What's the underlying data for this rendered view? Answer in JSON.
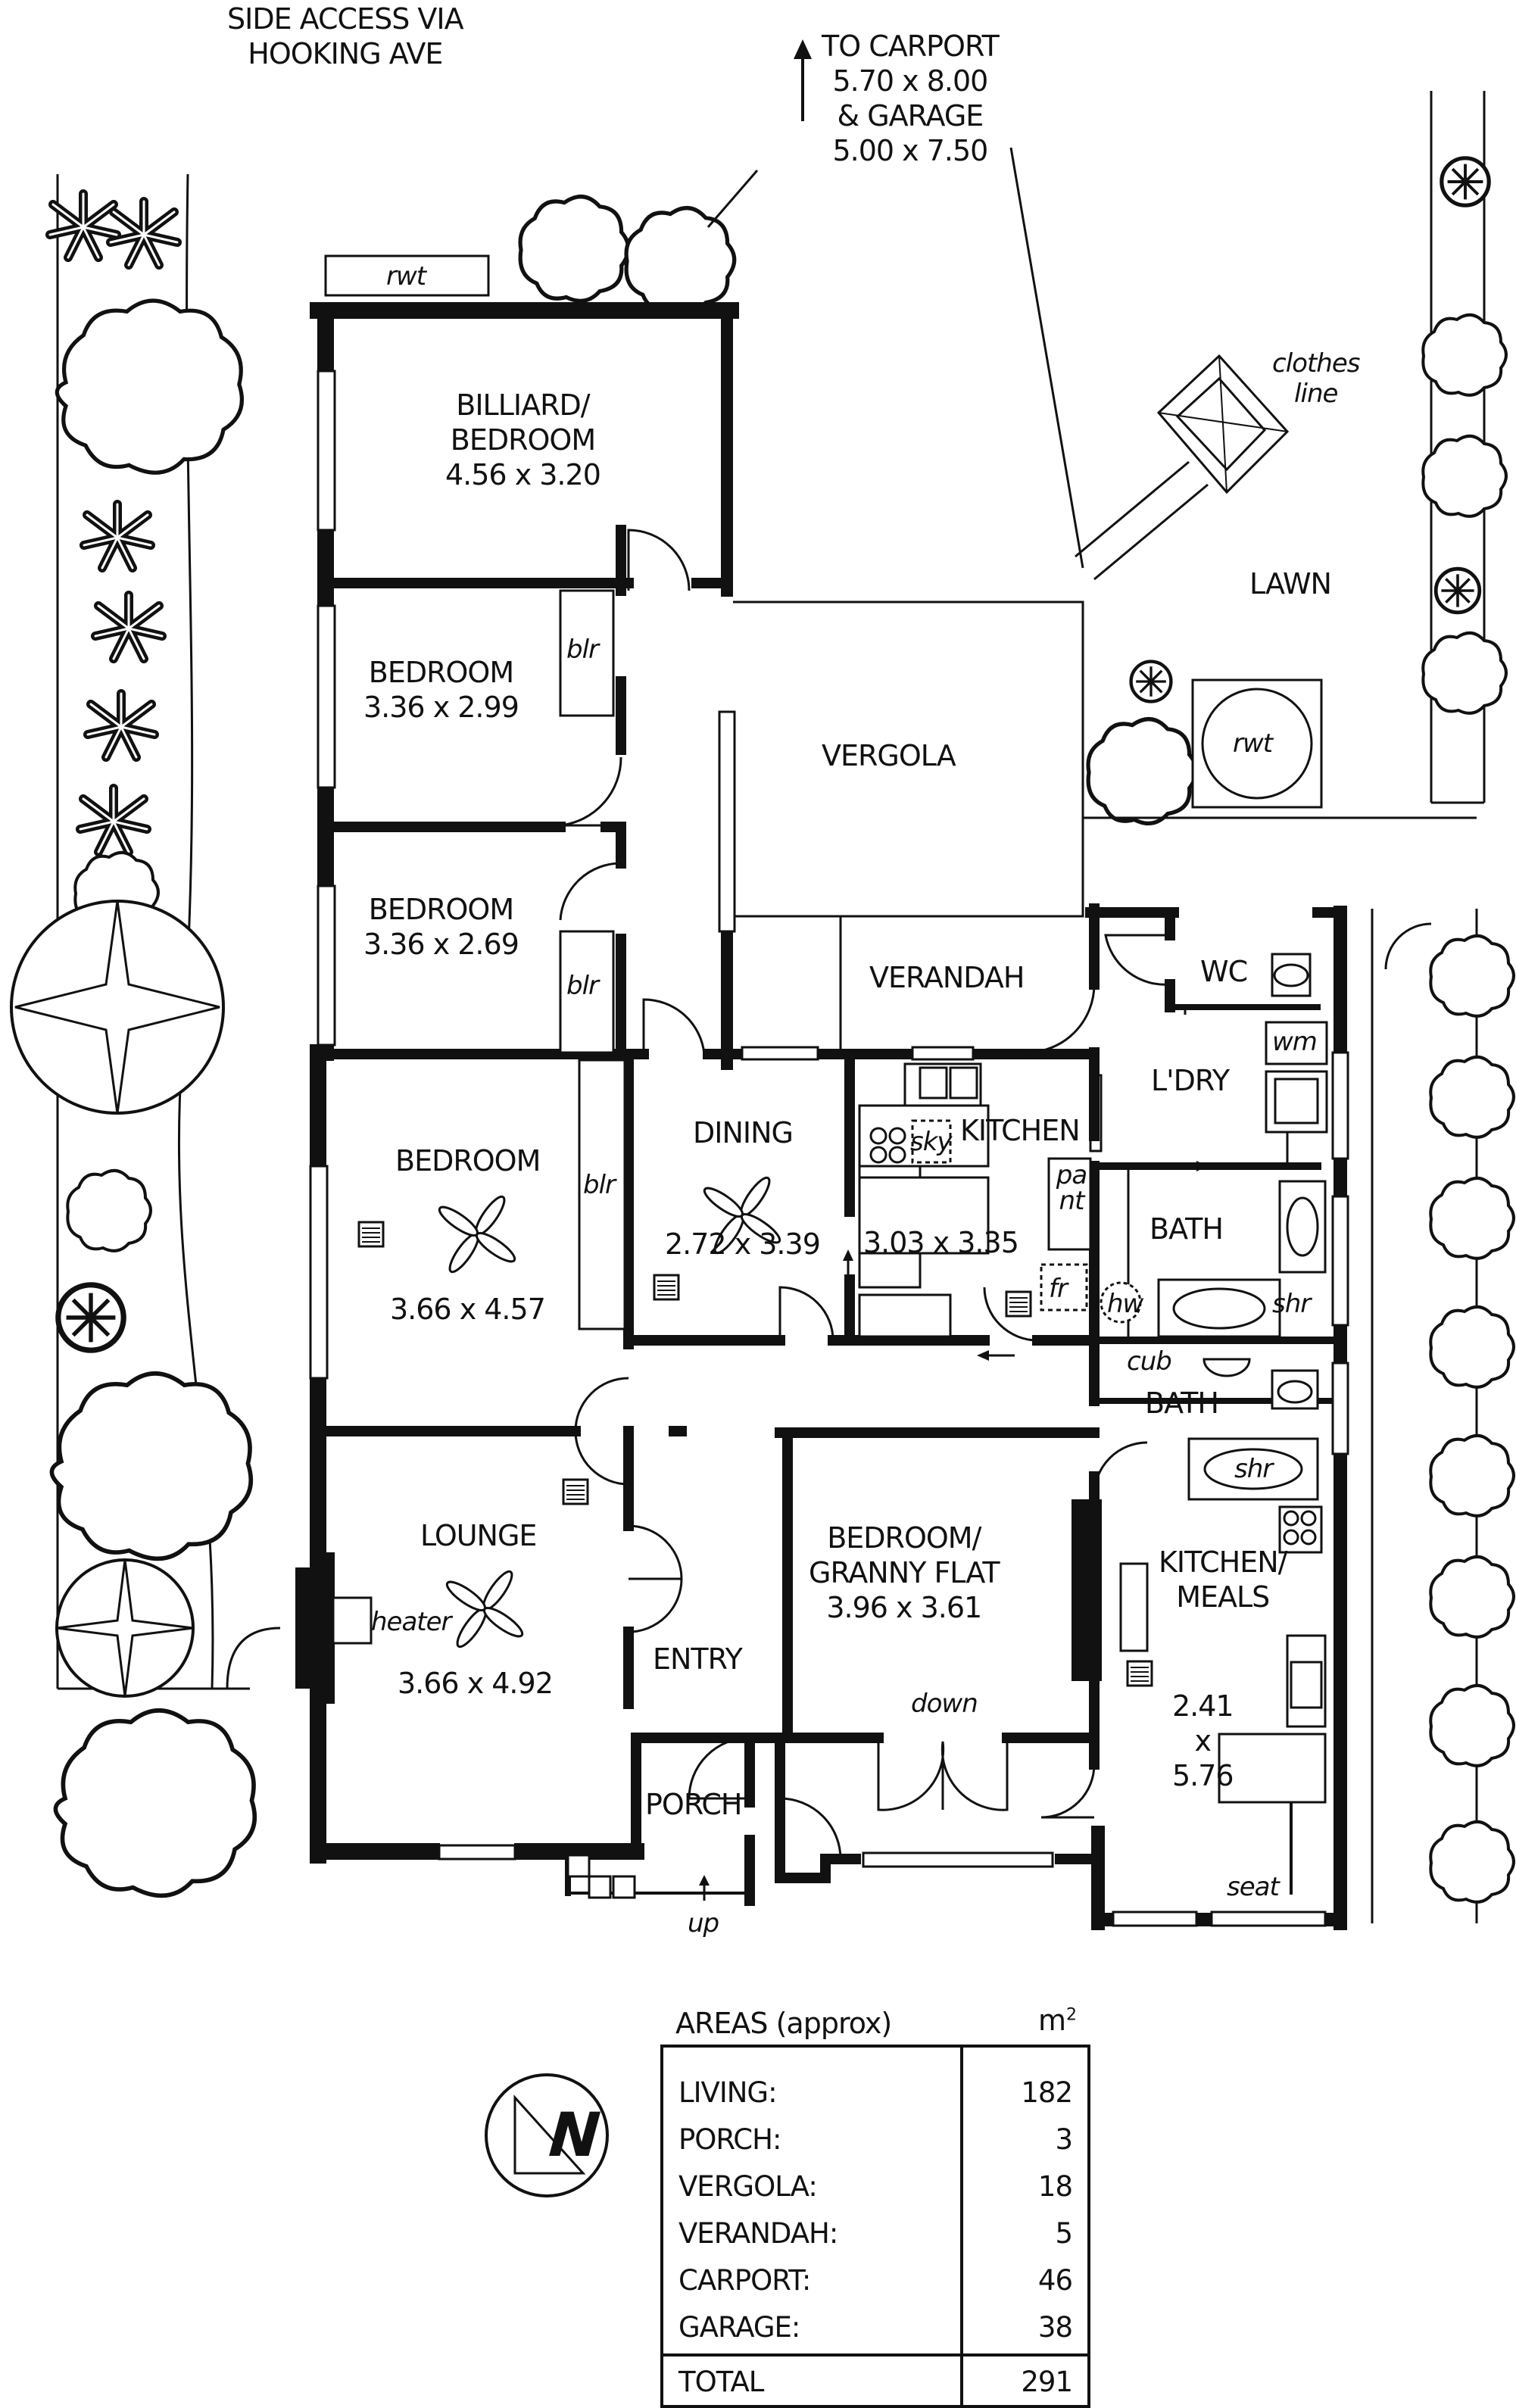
{
  "header": {
    "side_access": [
      "SIDE ACCESS VIA",
      "HOOKING AVE"
    ],
    "carport_note": [
      "TO CARPORT",
      "5.70 x 8.00",
      "& GARAGE",
      "5.00 x 7.50"
    ]
  },
  "rooms": {
    "billiard": [
      "BILLIARD/",
      "BEDROOM",
      "4.56 x 3.20"
    ],
    "bedroom2": [
      "BEDROOM",
      "3.36 x 2.99"
    ],
    "bedroom3": [
      "BEDROOM",
      "3.36 x 2.69"
    ],
    "bedroom1_name": "BEDROOM",
    "bedroom1_dims": "3.66 x 4.57",
    "dining_name": "DINING",
    "dining_dims": "2.72 x 3.39",
    "kitchen_name": "KITCHEN",
    "kitchen_dims": "3.03 x 3.35",
    "lounge_name": "LOUNGE",
    "lounge_dims": "3.66 x 4.92",
    "granny": [
      "BEDROOM/",
      "GRANNY FLAT",
      "3.96 x 3.61"
    ],
    "kitchen_meals": [
      "KITCHEN/",
      "MEALS"
    ],
    "kitchen_meals_dims": [
      "2.41",
      "x",
      "5.76"
    ],
    "vergola": "VERGOLA",
    "verandah": "VERANDAH",
    "lawn": "LAWN",
    "entry": "ENTRY",
    "porch": "PORCH",
    "ldry": "L'DRY",
    "wc": "WC",
    "bath1": "BATH",
    "bath2": "BATH"
  },
  "fixtures": {
    "rwt_top": "rwt",
    "rwt_lawn": "rwt",
    "clothes_line": [
      "clothes",
      "line"
    ],
    "blr1": "blr",
    "blr2": "blr",
    "blr3": "blr",
    "sky": "sky",
    "pantry": "pant",
    "fridge": "fr",
    "wm": "wm",
    "hw": "hw",
    "shr1": "shr",
    "shr2": "shr",
    "cub": "cub",
    "heater": "heater",
    "seat": "seat",
    "down": "down",
    "up": "up"
  },
  "areas": {
    "title": "AREAS (approx)",
    "unit": "m",
    "unit_exp": "2",
    "rows": [
      {
        "name": "LIVING:",
        "value": "182"
      },
      {
        "name": "PORCH:",
        "value": "3"
      },
      {
        "name": "VERGOLA:",
        "value": "18"
      },
      {
        "name": "VERANDAH:",
        "value": "5"
      },
      {
        "name": "CARPORT:",
        "value": "46"
      },
      {
        "name": "GARAGE:",
        "value": "38"
      }
    ],
    "total_name": "TOTAL",
    "total_value": "291"
  },
  "compass_letter": "N"
}
